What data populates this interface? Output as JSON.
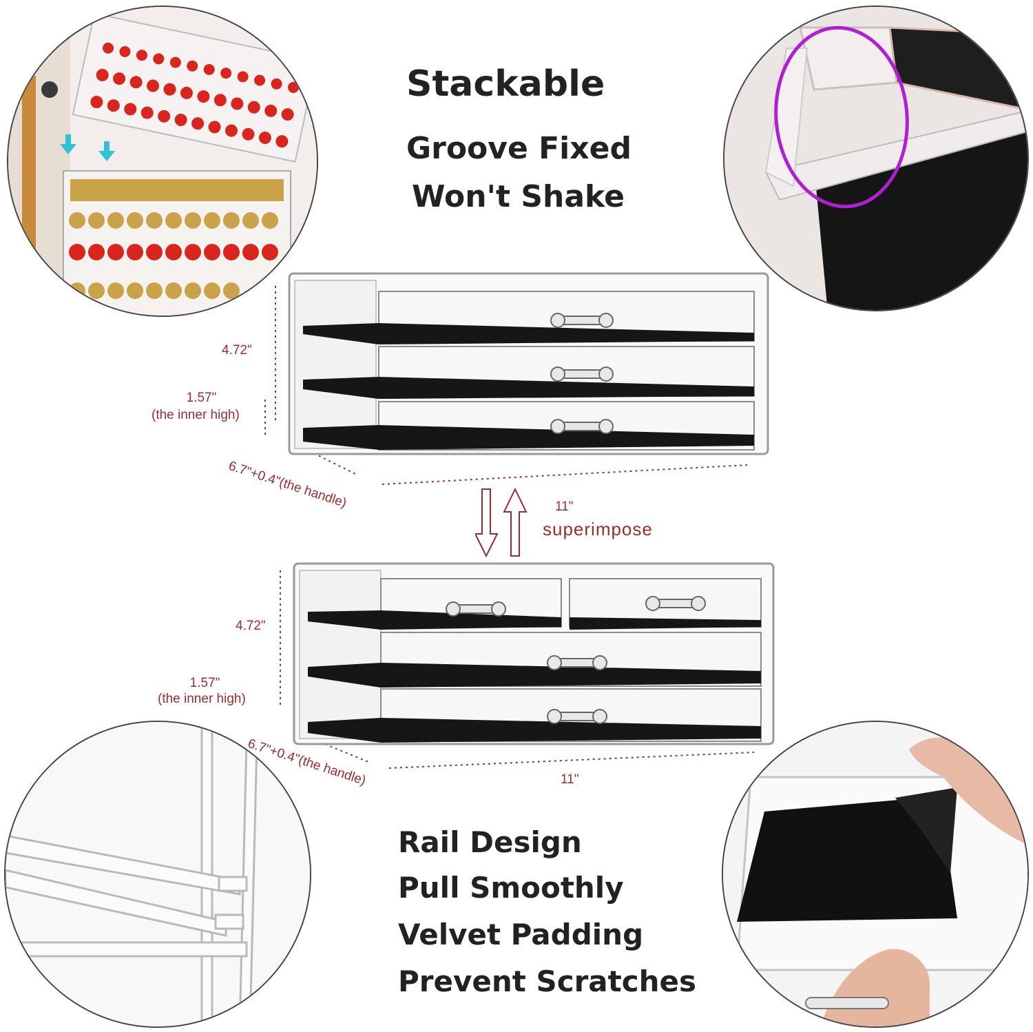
{
  "headline": {
    "stackable": "Stackable",
    "groove_line1": "Groove Fixed",
    "groove_line2": "Won't Shake"
  },
  "top_unit": {
    "height": "4.72\"",
    "inner_high_value": "1.57\"",
    "inner_high_note": "(the inner high)",
    "depth": "6.7\"+0.4\"(the handle)",
    "width": "11\""
  },
  "middle": {
    "superimpose": "superimpose"
  },
  "bottom_unit": {
    "height": "4.72\"",
    "inner_high_value": "1.57\"",
    "inner_high_note": "(the inner high)",
    "depth": "6.7\"+0.4\"(the handle)",
    "width": "11\""
  },
  "features": {
    "line1": "Rail Design",
    "line2": "Pull Smoothly",
    "line3": "Velvet Padding",
    "line4": "Prevent Scratches"
  },
  "colors": {
    "dimension_text": "#9b2c2c",
    "highlight_circle": "#b01fd0",
    "arrow_cyan": "#2fc3d8",
    "lipstick_red": "#d8261e",
    "gold": "#c9a24a",
    "velvet": "#111111"
  }
}
